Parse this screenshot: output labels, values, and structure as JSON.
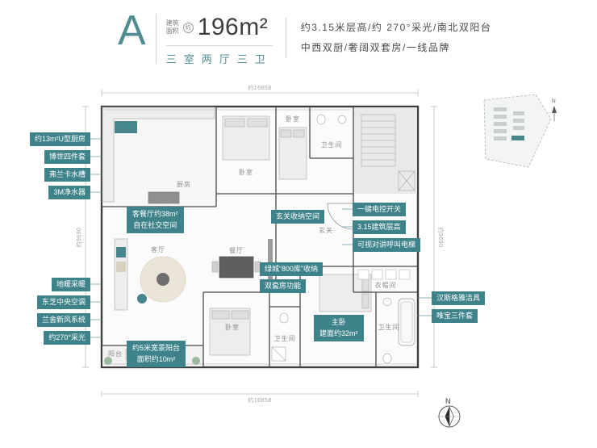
{
  "accent_color": "#3E838A",
  "header": {
    "type_letter": "A",
    "area_label_line1": "建筑",
    "area_label_line2": "面积",
    "approx_badge": "约",
    "area_value": "196m²",
    "layout": "三室两厅三卫",
    "features_line1": "约3.15米层高/约 270°采光/南北双阳台",
    "features_line2": "中西双厨/奢阔双套房/一线品牌"
  },
  "callouts": {
    "kitchen": [
      "约13m²U型厨房",
      "博世四件套",
      "弗兰卡水槽",
      "3M净水器"
    ],
    "comfort": [
      "地暖采暖",
      "东芝中央空调",
      "兰舍新风系统",
      "约270°采光"
    ],
    "smart": [
      "一键电控开关",
      "3.15建筑层高",
      "可视对讲呼叫电梯"
    ],
    "bath_brand": [
      "汉斯格雅洁具",
      "唯宝三件套"
    ],
    "living": {
      "line1": "客餐厅约38m²",
      "line2": "自在社交空间"
    },
    "foyer": "玄关收纳空间",
    "storage": "绿城“800库”收纳",
    "suites": "双套房功能",
    "master": {
      "line1": "主卧",
      "line2": "建面约32m²"
    },
    "balcony": {
      "line1": "约5米宽景阳台",
      "line2": "面积约10m²"
    }
  },
  "rooms": {
    "kitchen": "厨房",
    "bedroom_top": "卧室",
    "bedroom_top_right": "卧室",
    "bath_top_right": "卫生间",
    "living_room": "客厅",
    "dining_room": "餐厅",
    "foyer": "玄关",
    "balcony": "阳台",
    "bedroom_bottom": "卧室",
    "bath_bottom": "卫生间",
    "bath_master": "卫生间",
    "cloakroom": "衣帽间"
  },
  "dimensions": {
    "top": "约16858",
    "bottom": "约16858",
    "left": "约9690",
    "right": "约9690"
  },
  "compass": {
    "north": "N"
  },
  "sitemap": {
    "north": "N"
  }
}
